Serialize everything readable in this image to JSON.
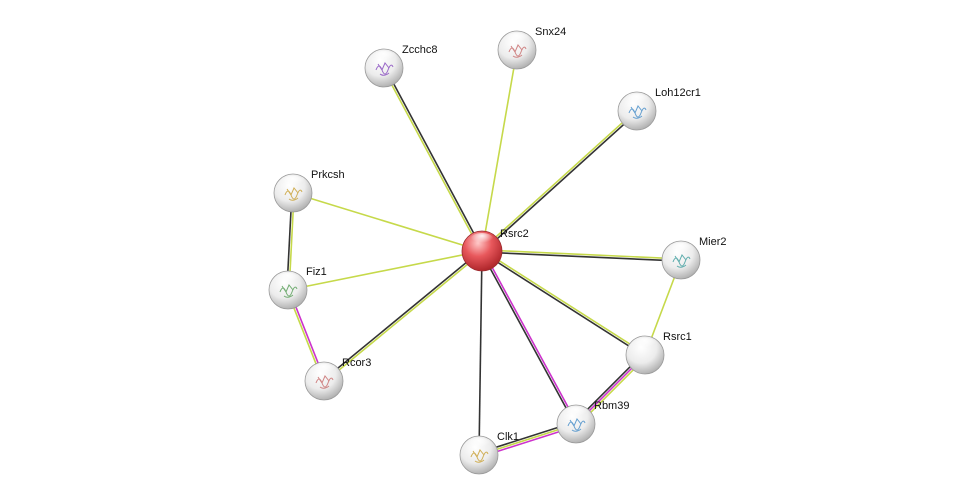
{
  "colors": {
    "edge_textmining": "#c6d94a",
    "edge_coexpression": "#333333",
    "edge_experimental": "#cc33cc",
    "node_query": "#e0474c",
    "node_default": "#f2f2f2"
  },
  "nodes": [
    {
      "id": "Rsrc2",
      "label": "Rsrc2",
      "query": true
    },
    {
      "id": "Zcchc8",
      "label": "Zcchc8",
      "structure": "structure-icon"
    },
    {
      "id": "Snx24",
      "label": "Snx24",
      "structure": "structure-icon"
    },
    {
      "id": "Loh12cr1",
      "label": "Loh12cr1",
      "structure": "structure-icon"
    },
    {
      "id": "Prkcsh",
      "label": "Prkcsh",
      "structure": "structure-icon"
    },
    {
      "id": "Mier2",
      "label": "Mier2",
      "structure": "structure-icon"
    },
    {
      "id": "Fiz1",
      "label": "Fiz1",
      "structure": "structure-icon"
    },
    {
      "id": "Rsrc1",
      "label": "Rsrc1"
    },
    {
      "id": "Rcor3",
      "label": "Rcor3",
      "structure": "structure-icon"
    },
    {
      "id": "Rbm39",
      "label": "Rbm39",
      "structure": "structure-icon"
    },
    {
      "id": "Clk1",
      "label": "Clk1",
      "structure": "structure-icon"
    }
  ],
  "edges": [
    {
      "source": "Rsrc2",
      "target": "Zcchc8",
      "types": [
        "textmining",
        "coexpression"
      ]
    },
    {
      "source": "Rsrc2",
      "target": "Snx24",
      "types": [
        "textmining"
      ]
    },
    {
      "source": "Rsrc2",
      "target": "Loh12cr1",
      "types": [
        "textmining",
        "coexpression"
      ]
    },
    {
      "source": "Rsrc2",
      "target": "Prkcsh",
      "types": [
        "textmining"
      ]
    },
    {
      "source": "Rsrc2",
      "target": "Mier2",
      "types": [
        "textmining",
        "coexpression"
      ]
    },
    {
      "source": "Rsrc2",
      "target": "Fiz1",
      "types": [
        "textmining"
      ]
    },
    {
      "source": "Rsrc2",
      "target": "Rsrc1",
      "types": [
        "textmining",
        "coexpression"
      ]
    },
    {
      "source": "Rsrc2",
      "target": "Rcor3",
      "types": [
        "textmining",
        "coexpression"
      ]
    },
    {
      "source": "Rsrc2",
      "target": "Rbm39",
      "types": [
        "experimental",
        "coexpression"
      ]
    },
    {
      "source": "Rsrc2",
      "target": "Clk1",
      "types": [
        "coexpression"
      ]
    },
    {
      "source": "Prkcsh",
      "target": "Fiz1",
      "types": [
        "textmining",
        "coexpression"
      ]
    },
    {
      "source": "Fiz1",
      "target": "Rcor3",
      "types": [
        "experimental",
        "textmining"
      ]
    },
    {
      "source": "Mier2",
      "target": "Rsrc1",
      "types": [
        "textmining"
      ]
    },
    {
      "source": "Rsrc1",
      "target": "Rbm39",
      "types": [
        "textmining",
        "experimental",
        "coexpression"
      ]
    },
    {
      "source": "Rbm39",
      "target": "Clk1",
      "types": [
        "experimental",
        "textmining",
        "coexpression"
      ]
    }
  ]
}
